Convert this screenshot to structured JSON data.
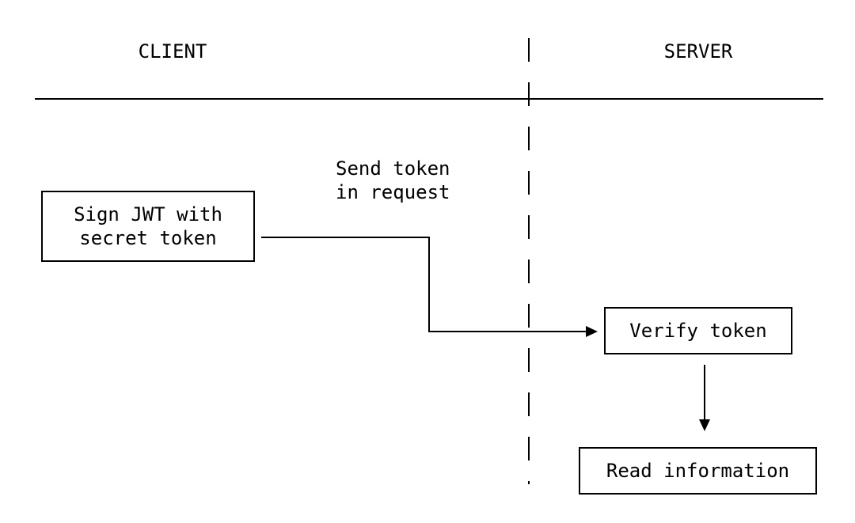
{
  "lanes": {
    "client_title": "CLIENT",
    "server_title": "SERVER"
  },
  "nodes": {
    "sign_jwt": "Sign JWT with\nsecret token",
    "verify_token": "Verify token",
    "read_information": "Read information"
  },
  "edges": {
    "send_token_label": "Send token\nin request"
  }
}
